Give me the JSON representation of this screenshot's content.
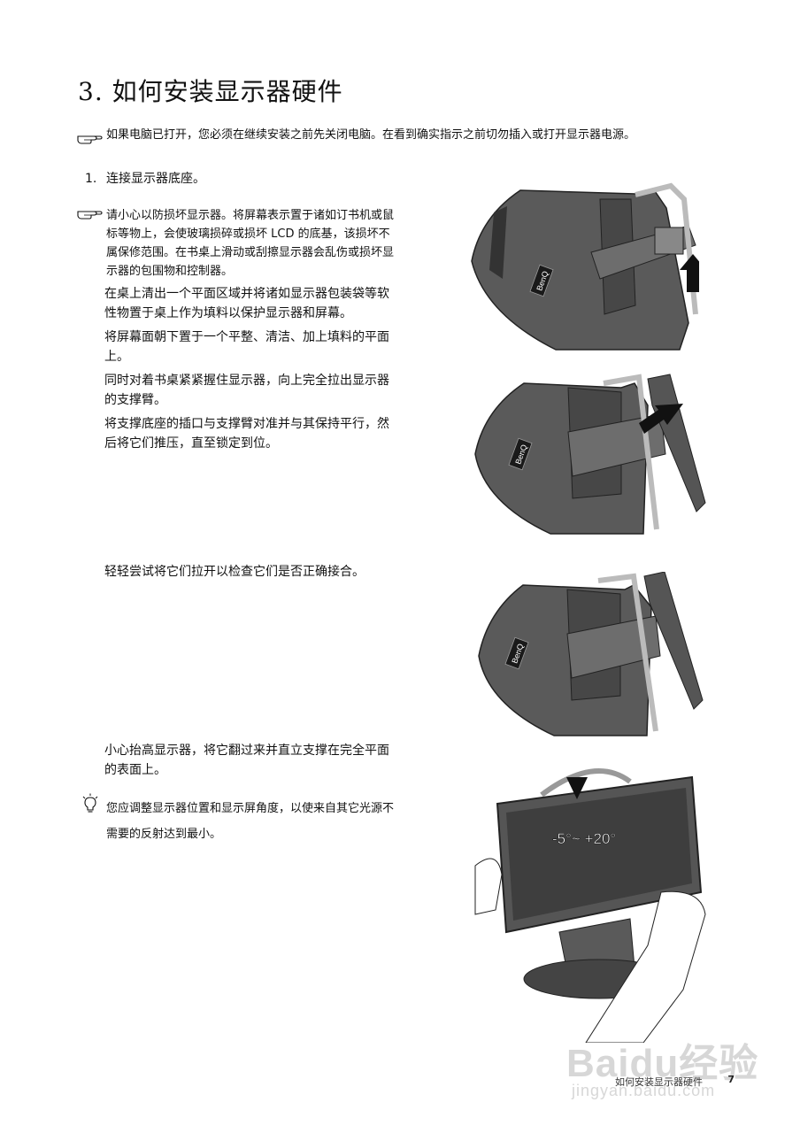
{
  "title": "3. 如何安装显示器硬件",
  "note1": "如果电脑已打开，您必须在继续安装之前先关闭电脑。在看到确实指示之前切勿插入或打开显示器电源。",
  "step": {
    "number": "1.",
    "label": "连接显示器底座。"
  },
  "warning": {
    "lines": [
      "请小心以防损坏显示器。将屏幕表示置于诸如订书机或鼠",
      "标等物上，会使玻璃损碎或损坏 LCD 的底基，该损坏不",
      "属保修范围。在书桌上滑动或刮擦显示器会乱伤或损坏显",
      "示器的包围物和控制器。"
    ]
  },
  "paragraphs": [
    {
      "lines": [
        "在桌上清出一个平面区域并将诸如显示器包装袋等软",
        "性物置于桌上作为填料以保护显示器和屏幕。"
      ]
    },
    {
      "lines": [
        "将屏幕面朝下置于一个平整、清洁、加上填料的平面",
        "上。"
      ]
    },
    {
      "lines": [
        "同时对着书桌紧紧握住显示器，向上完全拉出显示器",
        "的支撑臂。"
      ]
    },
    {
      "lines": [
        "将支撑底座的插口与支撑臂对准并与其保持平行，然",
        "后将它们推压，直至锁定到位。"
      ]
    }
  ],
  "check_text": "轻轻尝试将它们拉开以检查它们是否正确接合。",
  "lift_text": {
    "lines": [
      "小心抬高显示器，将它翻过来并直立支撑在完全平面",
      "的表面上。"
    ]
  },
  "tip": {
    "lines": [
      "您应调整显示器位置和显示屏角度，以使来自其它光源不",
      "需要的反射达到最小。"
    ]
  },
  "illustration": {
    "brand_label": "BenQ",
    "tilt_label": "-5°~ +20°"
  },
  "footer": {
    "title": "如何安装显示器硬件",
    "page": "7"
  },
  "watermark": {
    "brand": "Baidu经验",
    "url": "jingyan.baidu.com"
  }
}
